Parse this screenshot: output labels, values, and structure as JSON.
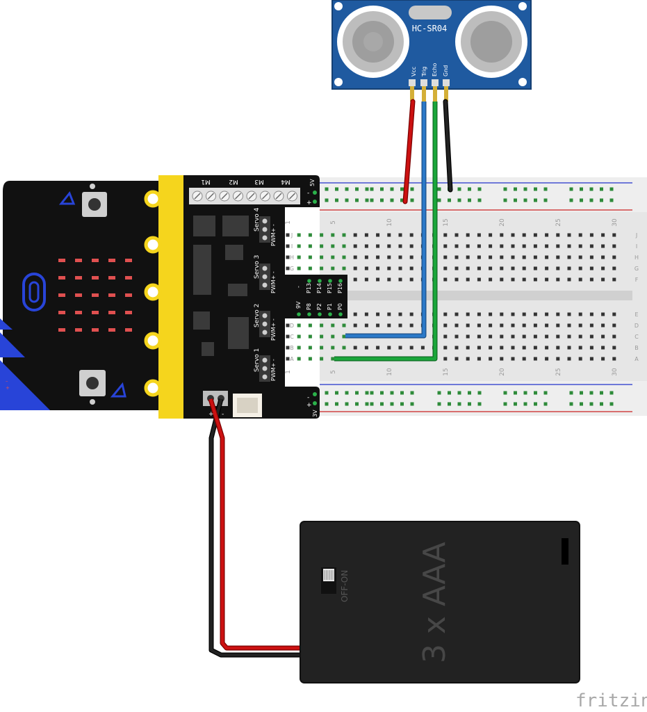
{
  "sensor": {
    "model": "HC-SR04",
    "pins": [
      "Vcc",
      "Trig",
      "Echo",
      "Gnd"
    ]
  },
  "driver": {
    "motor_labels": [
      "M1",
      "M2",
      "M3",
      "M4"
    ],
    "servo_labels": [
      "Servo 4",
      "Servo 3",
      "Servo 2",
      "Servo 1"
    ],
    "pwm_label": "PWM+ -",
    "pin_labels": [
      "9V",
      "P8",
      "P2",
      "P13",
      "P14",
      "P1",
      "P15",
      "P0",
      "P16"
    ],
    "top_rail_labels": [
      "5V",
      "-",
      "+"
    ],
    "bottom_rail_labels": [
      "+",
      "-",
      "3V"
    ],
    "dash_label": "-"
  },
  "breadboard": {
    "column_numbers": [
      "1",
      "5",
      "10",
      "15",
      "20",
      "25",
      "30"
    ],
    "row_letters_top": [
      "J",
      "I",
      "H",
      "G",
      "F"
    ],
    "row_letters_bottom": [
      "E",
      "D",
      "C",
      "B",
      "A"
    ]
  },
  "battery": {
    "label": "3 x AAA",
    "switch_label": "OFF-ON"
  },
  "power_labels": [
    "+",
    "-"
  ],
  "footer": {
    "logo": "fritzing"
  },
  "colors": {
    "wire_red": "#cc1111",
    "wire_black": "#111111",
    "wire_blue": "#2a78c8",
    "wire_green": "#1aa63a",
    "sensor_blue": "#1f5aa0",
    "microbit_blue": "#2844d8",
    "edge_yellow": "#f5d51d"
  }
}
